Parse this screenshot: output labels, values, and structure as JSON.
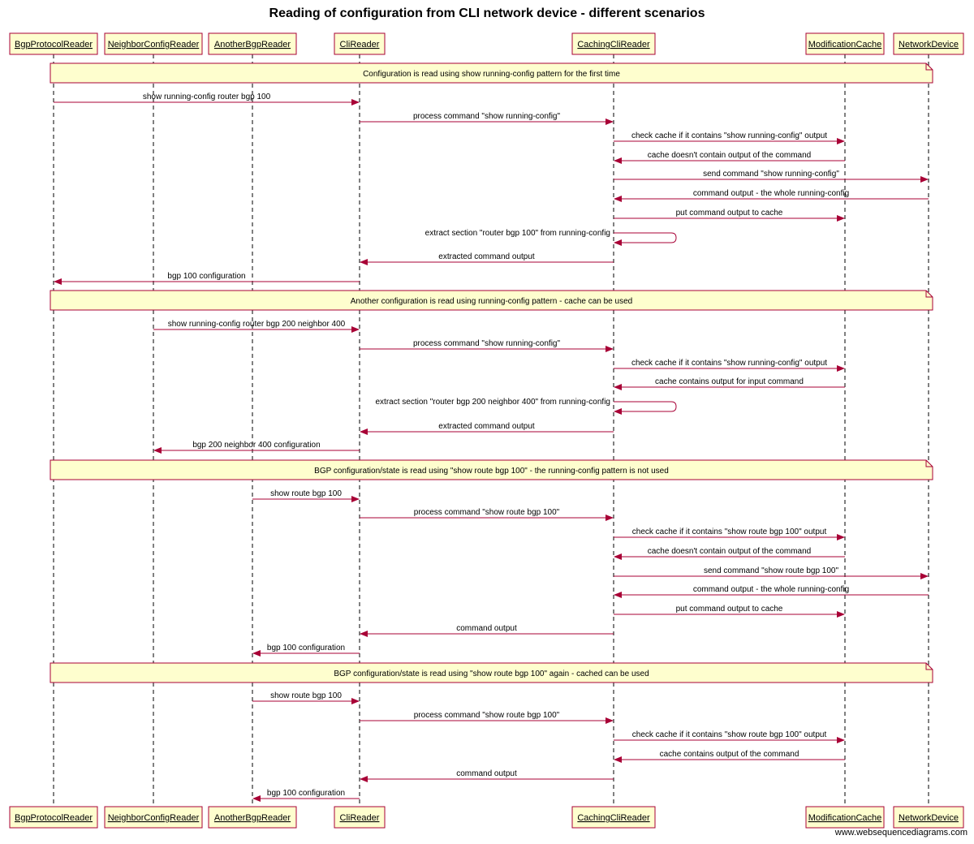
{
  "diagram": {
    "title": "Reading of configuration from CLI network device - different scenarios",
    "footer": "www.websequencediagrams.com",
    "colors": {
      "border": "#a80036",
      "box_fill": "#fefece",
      "arrow": "#a80036",
      "lifeline": "#000000",
      "text": "#000000"
    },
    "participants": [
      "BgpProtocolReader",
      "NeighborConfigReader",
      "AnotherBgpReader",
      "CliReader",
      "CachingCliReader",
      "ModificationCache",
      "NetworkDevice"
    ],
    "steps": [
      {
        "type": "note",
        "text": "Configuration is read using show running-config pattern for the first time"
      },
      {
        "type": "msg",
        "from": 0,
        "to": 3,
        "text": "show running-config router bgp 100"
      },
      {
        "type": "msg",
        "from": 3,
        "to": 4,
        "text": "process command \"show running-config\""
      },
      {
        "type": "msg",
        "from": 4,
        "to": 5,
        "text": "check cache if it contains \"show running-config\" output"
      },
      {
        "type": "msg",
        "from": 5,
        "to": 4,
        "text": "cache doesn't contain output of the command"
      },
      {
        "type": "msg",
        "from": 4,
        "to": 6,
        "text": "send command \"show running-config\""
      },
      {
        "type": "msg",
        "from": 6,
        "to": 4,
        "text": "command output - the whole running-config"
      },
      {
        "type": "msg",
        "from": 4,
        "to": 5,
        "text": "put command output to cache"
      },
      {
        "type": "self",
        "on": 4,
        "text": "extract section \"router bgp 100\" from running-config"
      },
      {
        "type": "msg",
        "from": 4,
        "to": 3,
        "text": "extracted command output"
      },
      {
        "type": "msg",
        "from": 3,
        "to": 0,
        "text": "bgp 100 configuration"
      },
      {
        "type": "note",
        "text": "Another configuration is read using running-config pattern - cache can be used"
      },
      {
        "type": "msg",
        "from": 1,
        "to": 3,
        "text": "show running-config router bgp 200 neighbor 400"
      },
      {
        "type": "msg",
        "from": 3,
        "to": 4,
        "text": "process command \"show running-config\""
      },
      {
        "type": "msg",
        "from": 4,
        "to": 5,
        "text": "check cache if it contains \"show running-config\" output"
      },
      {
        "type": "msg",
        "from": 5,
        "to": 4,
        "text": "cache contains output for input command"
      },
      {
        "type": "self",
        "on": 4,
        "text": "extract section \"router bgp 200 neighbor 400\" from running-config"
      },
      {
        "type": "msg",
        "from": 4,
        "to": 3,
        "text": "extracted command output"
      },
      {
        "type": "msg",
        "from": 3,
        "to": 1,
        "text": "bgp 200 neighbor 400 configuration"
      },
      {
        "type": "note",
        "text": "BGP configuration/state is read using \"show route bgp 100\" - the running-config pattern is not used"
      },
      {
        "type": "msg",
        "from": 2,
        "to": 3,
        "text": "show route bgp 100"
      },
      {
        "type": "msg",
        "from": 3,
        "to": 4,
        "text": "process command \"show route bgp 100\""
      },
      {
        "type": "msg",
        "from": 4,
        "to": 5,
        "text": "check cache if it contains \"show route bgp 100\" output"
      },
      {
        "type": "msg",
        "from": 5,
        "to": 4,
        "text": "cache doesn't contain output of the command"
      },
      {
        "type": "msg",
        "from": 4,
        "to": 6,
        "text": "send command \"show route bgp 100\""
      },
      {
        "type": "msg",
        "from": 6,
        "to": 4,
        "text": "command output - the whole running-config"
      },
      {
        "type": "msg",
        "from": 4,
        "to": 5,
        "text": "put command output to cache"
      },
      {
        "type": "msg",
        "from": 4,
        "to": 3,
        "text": "command output"
      },
      {
        "type": "msg",
        "from": 3,
        "to": 2,
        "text": "bgp 100 configuration"
      },
      {
        "type": "note",
        "text": "BGP configuration/state is read using \"show route bgp 100\" again - cached can be used"
      },
      {
        "type": "msg",
        "from": 2,
        "to": 3,
        "text": "show route bgp 100"
      },
      {
        "type": "msg",
        "from": 3,
        "to": 4,
        "text": "process command \"show route bgp 100\""
      },
      {
        "type": "msg",
        "from": 4,
        "to": 5,
        "text": "check cache if it contains \"show route bgp 100\" output"
      },
      {
        "type": "msg",
        "from": 5,
        "to": 4,
        "text": "cache contains output of the command"
      },
      {
        "type": "msg",
        "from": 4,
        "to": 3,
        "text": "command output"
      },
      {
        "type": "msg",
        "from": 3,
        "to": 2,
        "text": "bgp 100 configuration"
      }
    ]
  }
}
